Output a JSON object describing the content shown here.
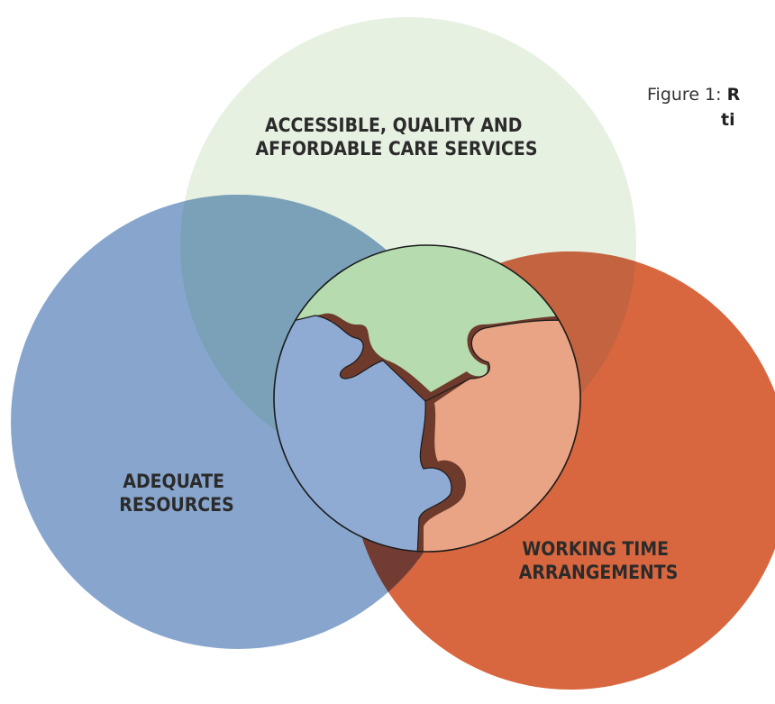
{
  "figure": {
    "caption_prefix": "Figure 1: ",
    "caption_bold_line1": "R",
    "caption_bold_line2": "ti"
  },
  "circles": [
    {
      "id": "care-services",
      "label_lines": [
        "ACCESSIBLE, QUALITY AND",
        "AFFORDABLE CARE SERVICES"
      ],
      "color": "#e7f1e2"
    },
    {
      "id": "resources",
      "label_lines": [
        "ADEQUATE",
        "RESOURCES"
      ],
      "color": "#88a6cd"
    },
    {
      "id": "working-time",
      "label_lines": [
        "WORKING TIME",
        "ARRANGEMENTS"
      ],
      "color": "#d8673f"
    }
  ],
  "puzzle": {
    "piece_colors": {
      "top": "#b5dbae",
      "left": "#8fabd4",
      "right": "#e9a385",
      "shadow": "#6e3a2c",
      "outline": "#1a1a1a"
    }
  }
}
